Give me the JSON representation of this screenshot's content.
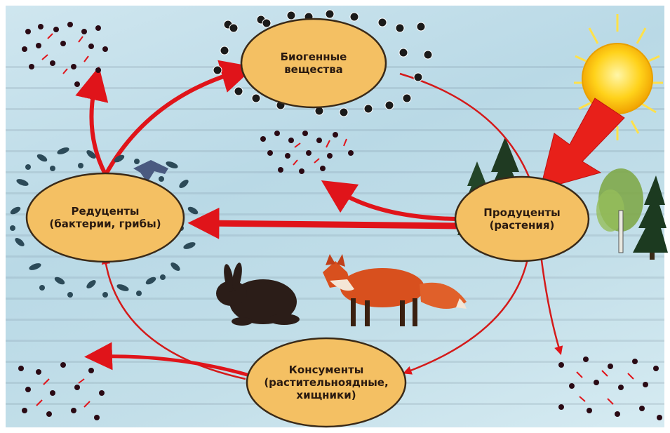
{
  "nodes": {
    "biogenic": {
      "line1": "Биогенные",
      "line2": "вещества"
    },
    "producers": {
      "line1": "Продуценты",
      "line2": "(растения)"
    },
    "decomposers": {
      "line1": "Редуценты",
      "line2": "(бактерии, грибы)"
    },
    "consumers": {
      "line1": "Консументы",
      "line2": "(растительноядные,",
      "line3": "хищники)"
    }
  },
  "icons": [
    "sun-icon",
    "spruce-tree-icon",
    "birch-tree-icon",
    "rabbit-icon",
    "fox-icon",
    "bacteria-icon",
    "mushroom-icon",
    "molecule-icon"
  ],
  "colors": {
    "arrow": "#e0141a",
    "ellipse_fill": "#f4c063",
    "ellipse_stroke": "#3a2a18",
    "sun": "#ffd21a"
  }
}
